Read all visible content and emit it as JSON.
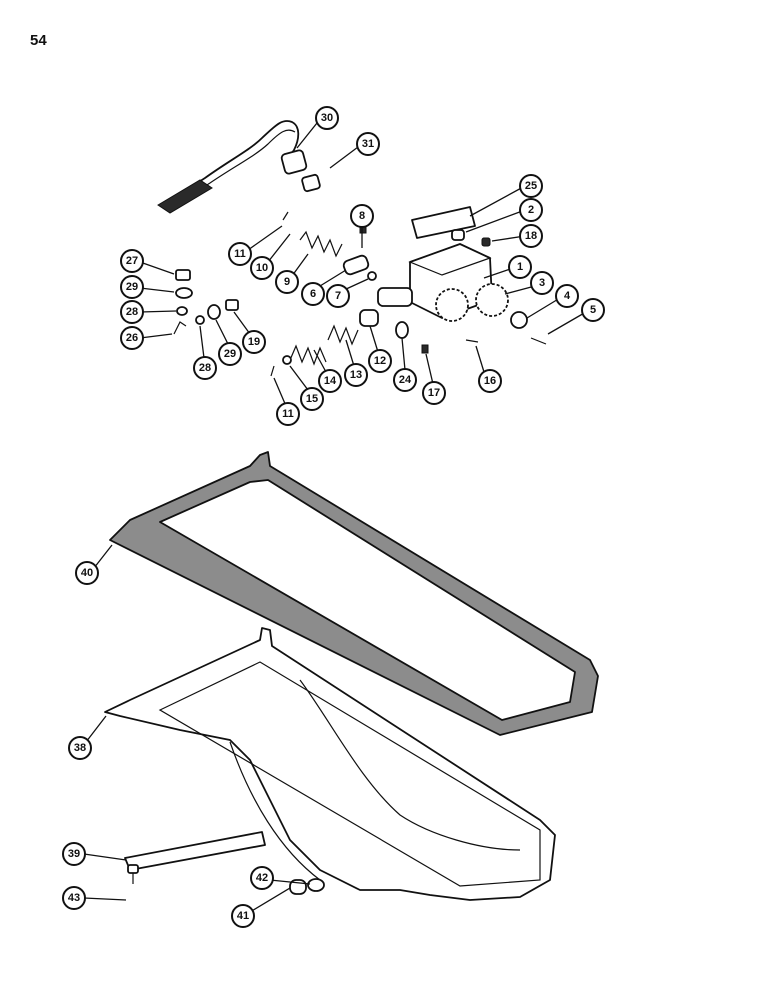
{
  "page": {
    "number": "54"
  },
  "callouts": [
    {
      "label": "30"
    },
    {
      "label": "31"
    },
    {
      "label": "25"
    },
    {
      "label": "2"
    },
    {
      "label": "18"
    },
    {
      "label": "8"
    },
    {
      "label": "11"
    },
    {
      "label": "10"
    },
    {
      "label": "9"
    },
    {
      "label": "6"
    },
    {
      "label": "7"
    },
    {
      "label": "1"
    },
    {
      "label": "3"
    },
    {
      "label": "4"
    },
    {
      "label": "5"
    },
    {
      "label": "27"
    },
    {
      "label": "29"
    },
    {
      "label": "28"
    },
    {
      "label": "26"
    },
    {
      "label": "28"
    },
    {
      "label": "29"
    },
    {
      "label": "19"
    },
    {
      "label": "11"
    },
    {
      "label": "15"
    },
    {
      "label": "14"
    },
    {
      "label": "13"
    },
    {
      "label": "12"
    },
    {
      "label": "24"
    },
    {
      "label": "17"
    },
    {
      "label": "16"
    },
    {
      "label": "40"
    },
    {
      "label": "38"
    },
    {
      "label": "39"
    },
    {
      "label": "43"
    },
    {
      "label": "42"
    },
    {
      "label": "41"
    }
  ]
}
